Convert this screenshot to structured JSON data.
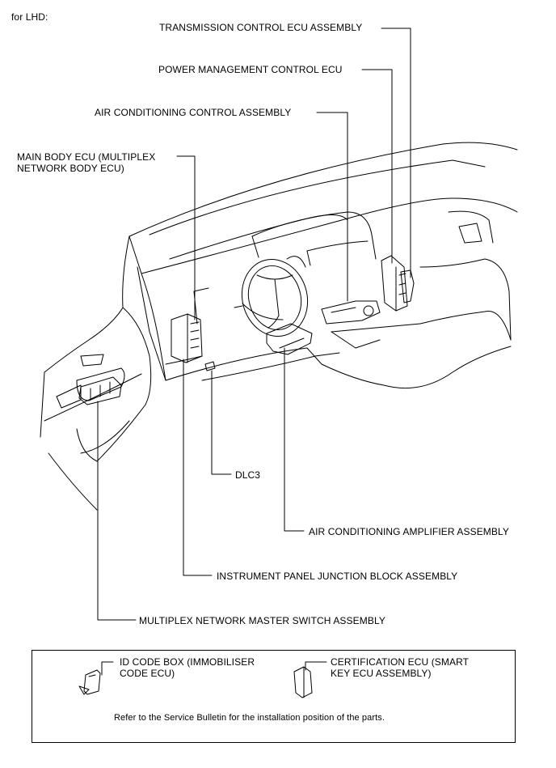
{
  "header": {
    "region": "for LHD:"
  },
  "labels": {
    "transmission_ecu": "TRANSMISSION CONTROL ECU ASSEMBLY",
    "power_mgmt_ecu": "POWER MANAGEMENT CONTROL ECU",
    "ac_control": "AIR CONDITIONING CONTROL ASSEMBLY",
    "main_body_ecu": "MAIN BODY ECU (MULTIPLEX\nNETWORK BODY ECU)",
    "dlc3": "DLC3",
    "ac_amplifier": "AIR CONDITIONING AMPLIFIER ASSEMBLY",
    "ip_junction_block": "INSTRUMENT PANEL JUNCTION BLOCK ASSEMBLY",
    "multiplex_master_switch": "MULTIPLEX NETWORK MASTER SWITCH ASSEMBLY"
  },
  "note": {
    "id_code_box": "ID CODE BOX (IMMOBILISER\nCODE ECU)",
    "certification_ecu": "CERTIFICATION ECU (SMART\nKEY ECU ASSEMBLY)",
    "text": "Refer to the Service Bulletin for the installation position of the parts."
  }
}
